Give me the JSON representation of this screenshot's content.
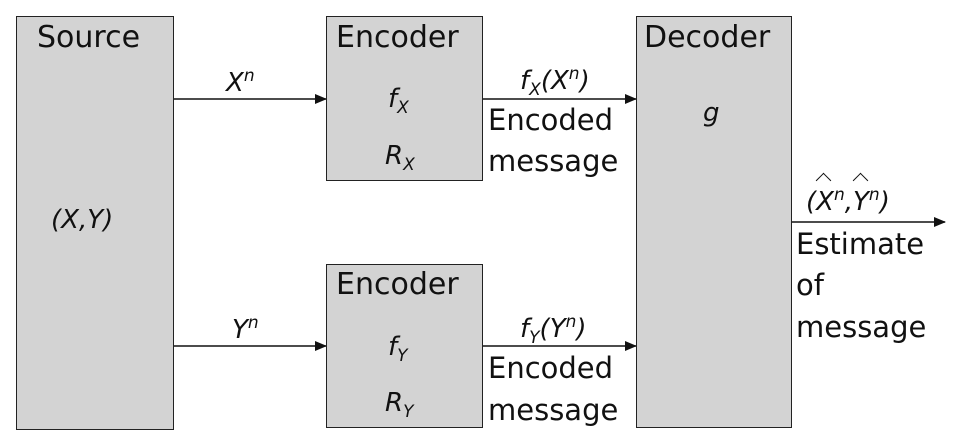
{
  "source": {
    "title": "Source",
    "content": "(X,Y)"
  },
  "encoder_x": {
    "title": "Encoder",
    "func_base": "f",
    "func_sub": "X",
    "rate_base": "R",
    "rate_sub": "X"
  },
  "encoder_y": {
    "title": "Encoder",
    "func_base": "f",
    "func_sub": "Y",
    "rate_base": "R",
    "rate_sub": "Y"
  },
  "decoder": {
    "title": "Decoder",
    "func": "g"
  },
  "edges": {
    "source_to_enc_x": {
      "var": "X",
      "sup": "n"
    },
    "source_to_enc_y": {
      "var": "Y",
      "sup": "n"
    },
    "enc_x_to_dec": {
      "f": "f",
      "sub": "X",
      "open": "(",
      "var": "X",
      "sup": "n",
      "close": ")",
      "caption_line1": "Encoded",
      "caption_line2": "message"
    },
    "enc_y_to_dec": {
      "f": "f",
      "sub": "Y",
      "open": "(",
      "var": "Y",
      "sup": "n",
      "close": ")",
      "caption_line1": "Encoded",
      "caption_line2": "message"
    },
    "dec_output": {
      "open": "(",
      "var1": "X",
      "sup1": "n",
      "comma": ",",
      "var2": "Y",
      "sup2": "n",
      "close": ")",
      "caption_line1": "Estimate",
      "caption_line2": "of",
      "caption_line3": "message"
    }
  }
}
